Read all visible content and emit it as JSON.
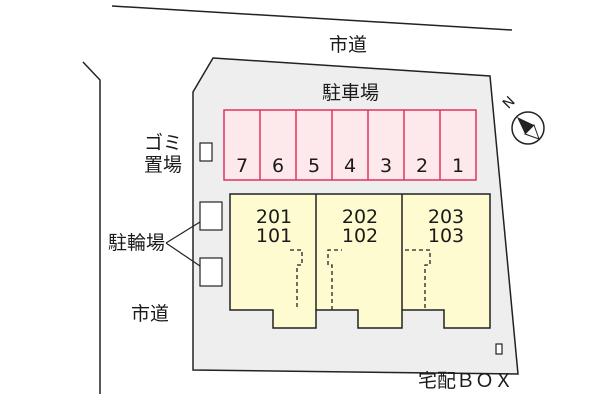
{
  "roads": {
    "north": "市道",
    "west": "市道"
  },
  "parking": {
    "title": "駐車場",
    "color": "#e0345a",
    "fill": "#fde8ec",
    "slots": [
      "7",
      "6",
      "5",
      "4",
      "3",
      "2",
      "1"
    ]
  },
  "garbage": {
    "line1": "ゴミ",
    "line2": "置場"
  },
  "bicycle": {
    "label": "駐輪場"
  },
  "delivery_box": {
    "label": "宅配ＢＯＸ"
  },
  "building": {
    "fill": "#fffbd0",
    "units": [
      {
        "upper": "201",
        "lower": "101"
      },
      {
        "upper": "202",
        "lower": "102"
      },
      {
        "upper": "203",
        "lower": "103"
      }
    ]
  },
  "compass": {
    "letter": "N"
  },
  "colors": {
    "lot": "#eeeeee",
    "line": "#222222"
  }
}
